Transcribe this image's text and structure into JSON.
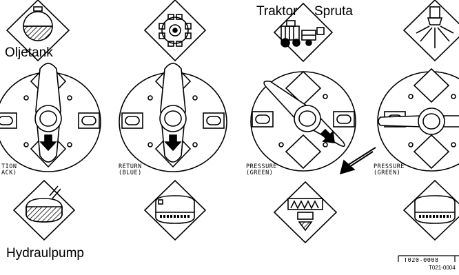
{
  "labels": {
    "traktor": "Traktor",
    "spruta": "Spruta",
    "oljetank": "Oljetank",
    "hydraulpump": "Hydraulpump"
  },
  "valve_captions": [
    {
      "line1": "TION",
      "line2": "ACK)"
    },
    {
      "line1": "RETURN",
      "line2": "(BLUE)"
    },
    {
      "line1": "PRESSURE",
      "line2": "(GREEN)"
    },
    {
      "line1": "PRESSURE",
      "line2": "(GREEN)"
    }
  ],
  "reference": {
    "boxed": "T020-0008",
    "code": "T021-0004"
  }
}
